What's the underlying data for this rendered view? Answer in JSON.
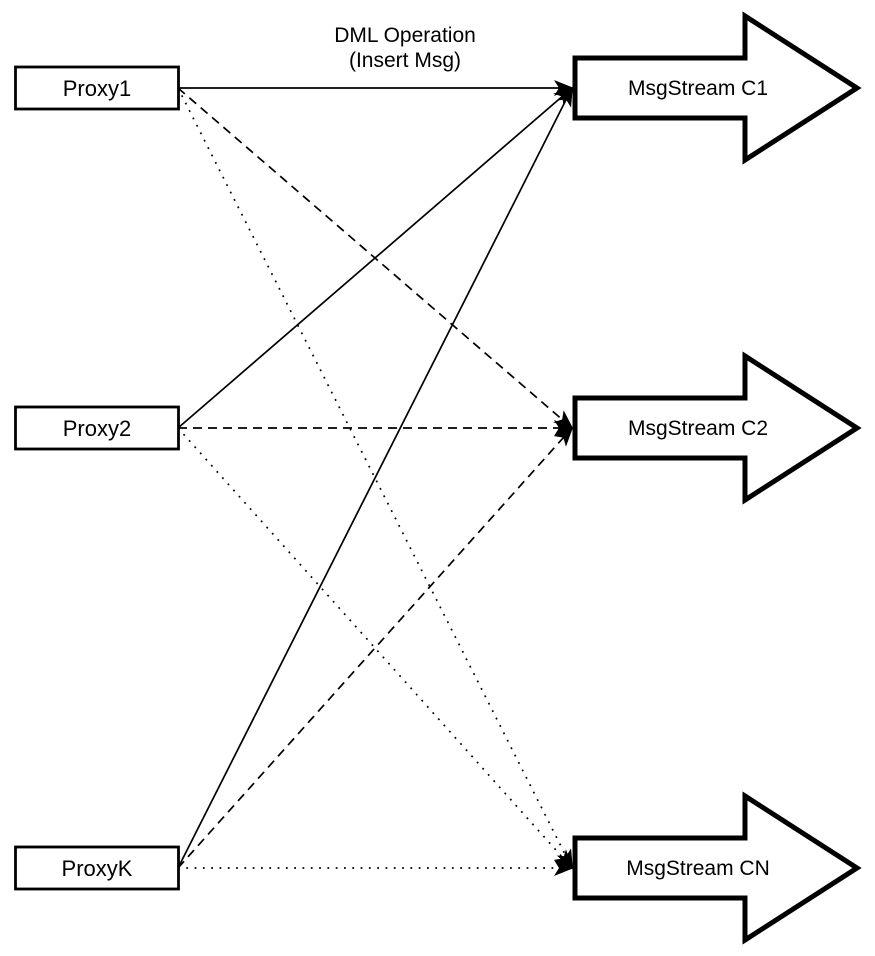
{
  "title": {
    "line1": "DML Operation",
    "line2": "(Insert Msg)"
  },
  "nodes": {
    "proxies": [
      {
        "id": "proxy1",
        "label": "Proxy1"
      },
      {
        "id": "proxy2",
        "label": "Proxy2"
      },
      {
        "id": "proxyk",
        "label": "ProxyK"
      }
    ],
    "streams": [
      {
        "id": "c1",
        "label": "MsgStream C1"
      },
      {
        "id": "c2",
        "label": "MsgStream C2"
      },
      {
        "id": "cn",
        "label": "MsgStream CN"
      }
    ]
  },
  "edges": [
    {
      "from": "proxy1",
      "to": "c1",
      "style": "solid"
    },
    {
      "from": "proxy1",
      "to": "c2",
      "style": "dashed"
    },
    {
      "from": "proxy1",
      "to": "cn",
      "style": "dotted"
    },
    {
      "from": "proxy2",
      "to": "c1",
      "style": "solid"
    },
    {
      "from": "proxy2",
      "to": "c2",
      "style": "dashed"
    },
    {
      "from": "proxy2",
      "to": "cn",
      "style": "dotted"
    },
    {
      "from": "proxyk",
      "to": "c1",
      "style": "solid"
    },
    {
      "from": "proxyk",
      "to": "c2",
      "style": "dashed"
    },
    {
      "from": "proxyk",
      "to": "cn",
      "style": "dotted"
    }
  ],
  "colors": {
    "stroke": "#000000",
    "fill": "#ffffff",
    "background": "#ffffff"
  }
}
